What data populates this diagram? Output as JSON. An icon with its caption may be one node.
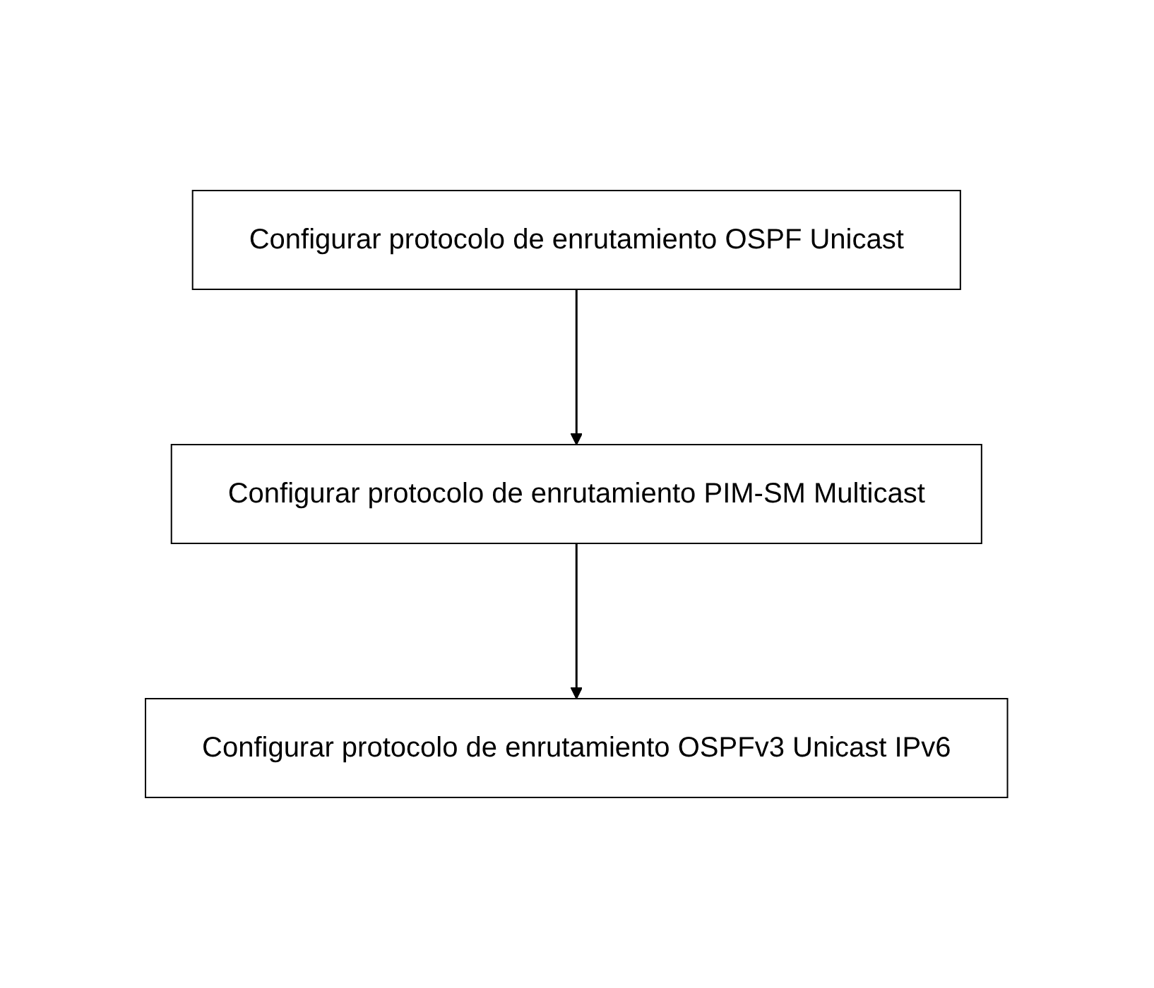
{
  "diagram": {
    "nodes": [
      {
        "text": [
          "Configurar protocolo de enrutamiento OSPF Unicast"
        ]
      },
      {
        "text": [
          "Configurar protocolo de enrutamiento PIM-SM Multicast"
        ]
      },
      {
        "text": [
          "Configurar protocolo de enrutamiento OSPFv3 Unicast IPv6"
        ]
      }
    ],
    "edges": [
      {
        "from": 0,
        "to": 1,
        "arrow": "to"
      },
      {
        "from": 1,
        "to": 2,
        "arrow": "to"
      }
    ]
  }
}
